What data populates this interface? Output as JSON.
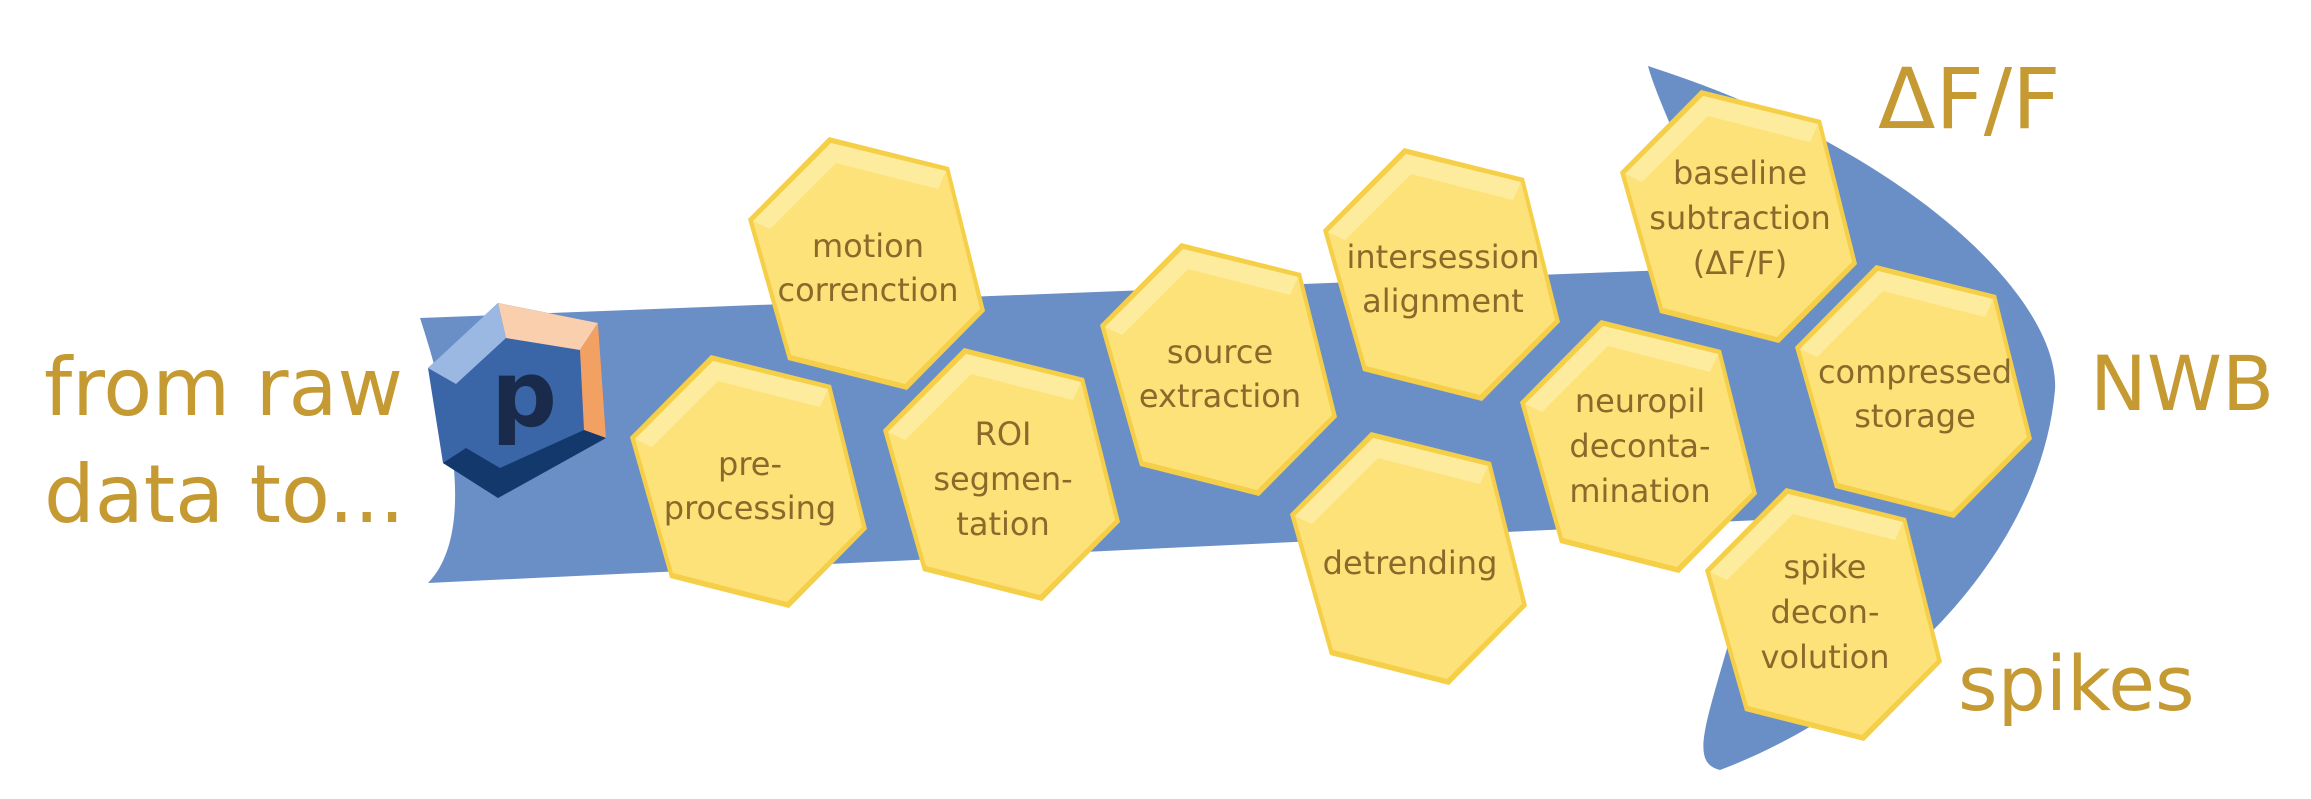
{
  "intro": {
    "line1": "from raw",
    "line2": "data to..."
  },
  "logo": {
    "letter": "p",
    "icon": "pipeline-logo-hexagon-icon"
  },
  "steps": [
    {
      "id": "motion-correction",
      "lines": [
        "motion",
        "correnction"
      ]
    },
    {
      "id": "pre-processing",
      "lines": [
        "pre-",
        "processing"
      ]
    },
    {
      "id": "roi-segmentation",
      "lines": [
        "ROI",
        "segmen-",
        "tation"
      ]
    },
    {
      "id": "source-extraction",
      "lines": [
        "source",
        "extraction"
      ]
    },
    {
      "id": "intersession-alignment",
      "lines": [
        "intersession",
        "alignment"
      ]
    },
    {
      "id": "detrending",
      "lines": [
        "detrending"
      ]
    },
    {
      "id": "baseline-subtraction",
      "lines": [
        "baseline",
        "subtraction",
        "(ΔF/F)"
      ]
    },
    {
      "id": "neuropil-decontamination",
      "lines": [
        "neuropil",
        "deconta-",
        "mination"
      ]
    },
    {
      "id": "compressed-storage",
      "lines": [
        "compressed",
        "storage"
      ]
    },
    {
      "id": "spike-deconvolution",
      "lines": [
        "spike",
        "decon-",
        "volution"
      ]
    }
  ],
  "outputs": {
    "dff": "ΔF/F",
    "nwb": "NWB",
    "spikes": "spikes"
  },
  "colors": {
    "arrow": "#6a8fc7",
    "hex_face": "#fde27a",
    "hex_top": "#feec9e",
    "hex_bottom": "#f6cf48",
    "hex_text": "#8a6a2a",
    "label_gold": "#c59a32",
    "logo_face": "#3a66a8",
    "logo_dark": "#12386c",
    "logo_light": "#9bb8e3",
    "logo_orange": "#f3a063",
    "logo_peach": "#f9cfad"
  }
}
